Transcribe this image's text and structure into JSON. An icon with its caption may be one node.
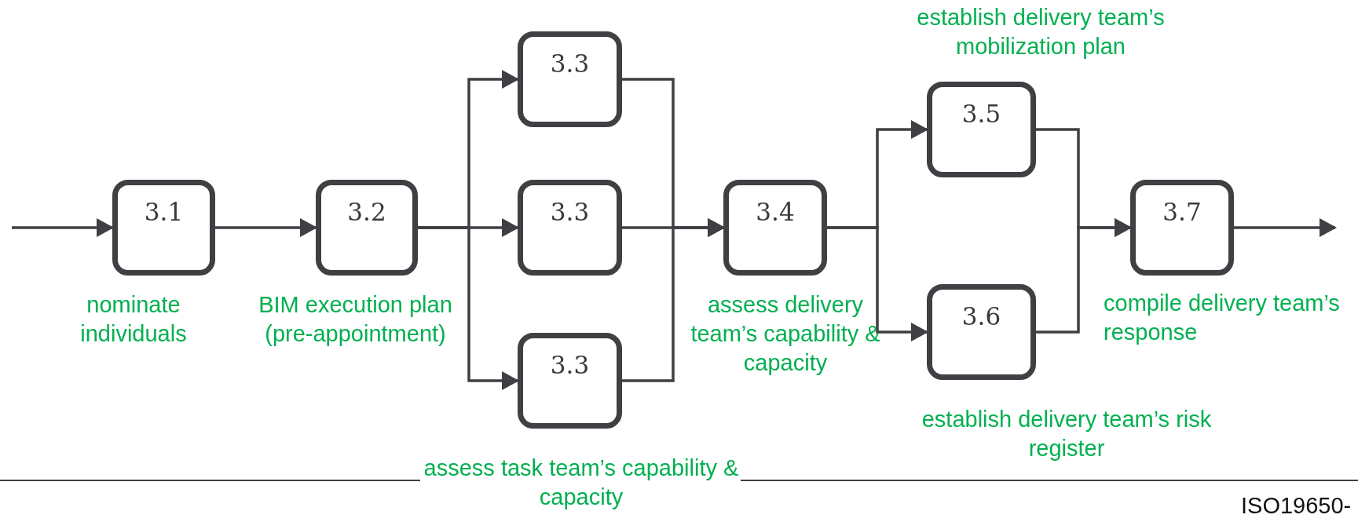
{
  "diagram": {
    "nodes": [
      {
        "text": [
          "3.1"
        ],
        "beside": [
          "nominate individuals"
        ]
      },
      {
        "text": [
          "3.2"
        ],
        "beside": [
          "BIM execution plan (pre-appointment)"
        ]
      },
      {
        "text": [
          "3.3"
        ]
      },
      {
        "text": [
          "3.3"
        ]
      },
      {
        "text": [
          "3.3"
        ],
        "beside": [
          "assess task team’s capability & capacity"
        ]
      },
      {
        "text": [
          "3.4"
        ],
        "beside": [
          "assess delivery team’s capability & capacity"
        ]
      },
      {
        "text": [
          "3.5"
        ],
        "beside": [
          "establish delivery team’s mobilization plan"
        ]
      },
      {
        "text": [
          "3.6"
        ],
        "beside": [
          "establish delivery team’s risk register"
        ]
      },
      {
        "text": [
          "3.7"
        ],
        "beside": [
          "compile delivery team’s response"
        ]
      }
    ],
    "edges": [
      {
        "from": null,
        "to": 0,
        "arrow": "to"
      },
      {
        "from": 0,
        "to": 1,
        "arrow": "to"
      },
      {
        "from": 1,
        "to": 2,
        "arrow": "to"
      },
      {
        "from": 1,
        "to": 3,
        "arrow": "to"
      },
      {
        "from": 1,
        "to": 4,
        "arrow": "to"
      },
      {
        "from": 2,
        "to": 5,
        "arrow": "to"
      },
      {
        "from": 3,
        "to": 5,
        "arrow": "to"
      },
      {
        "from": 4,
        "to": 5,
        "arrow": "to"
      },
      {
        "from": 5,
        "to": 6,
        "arrow": "to"
      },
      {
        "from": 5,
        "to": 7,
        "arrow": "to"
      },
      {
        "from": 6,
        "to": 8,
        "arrow": "to"
      },
      {
        "from": 7,
        "to": 8,
        "arrow": "to"
      },
      {
        "from": 8,
        "to": null,
        "arrow": "to"
      }
    ],
    "labels": [
      "ISO19650-"
    ]
  }
}
